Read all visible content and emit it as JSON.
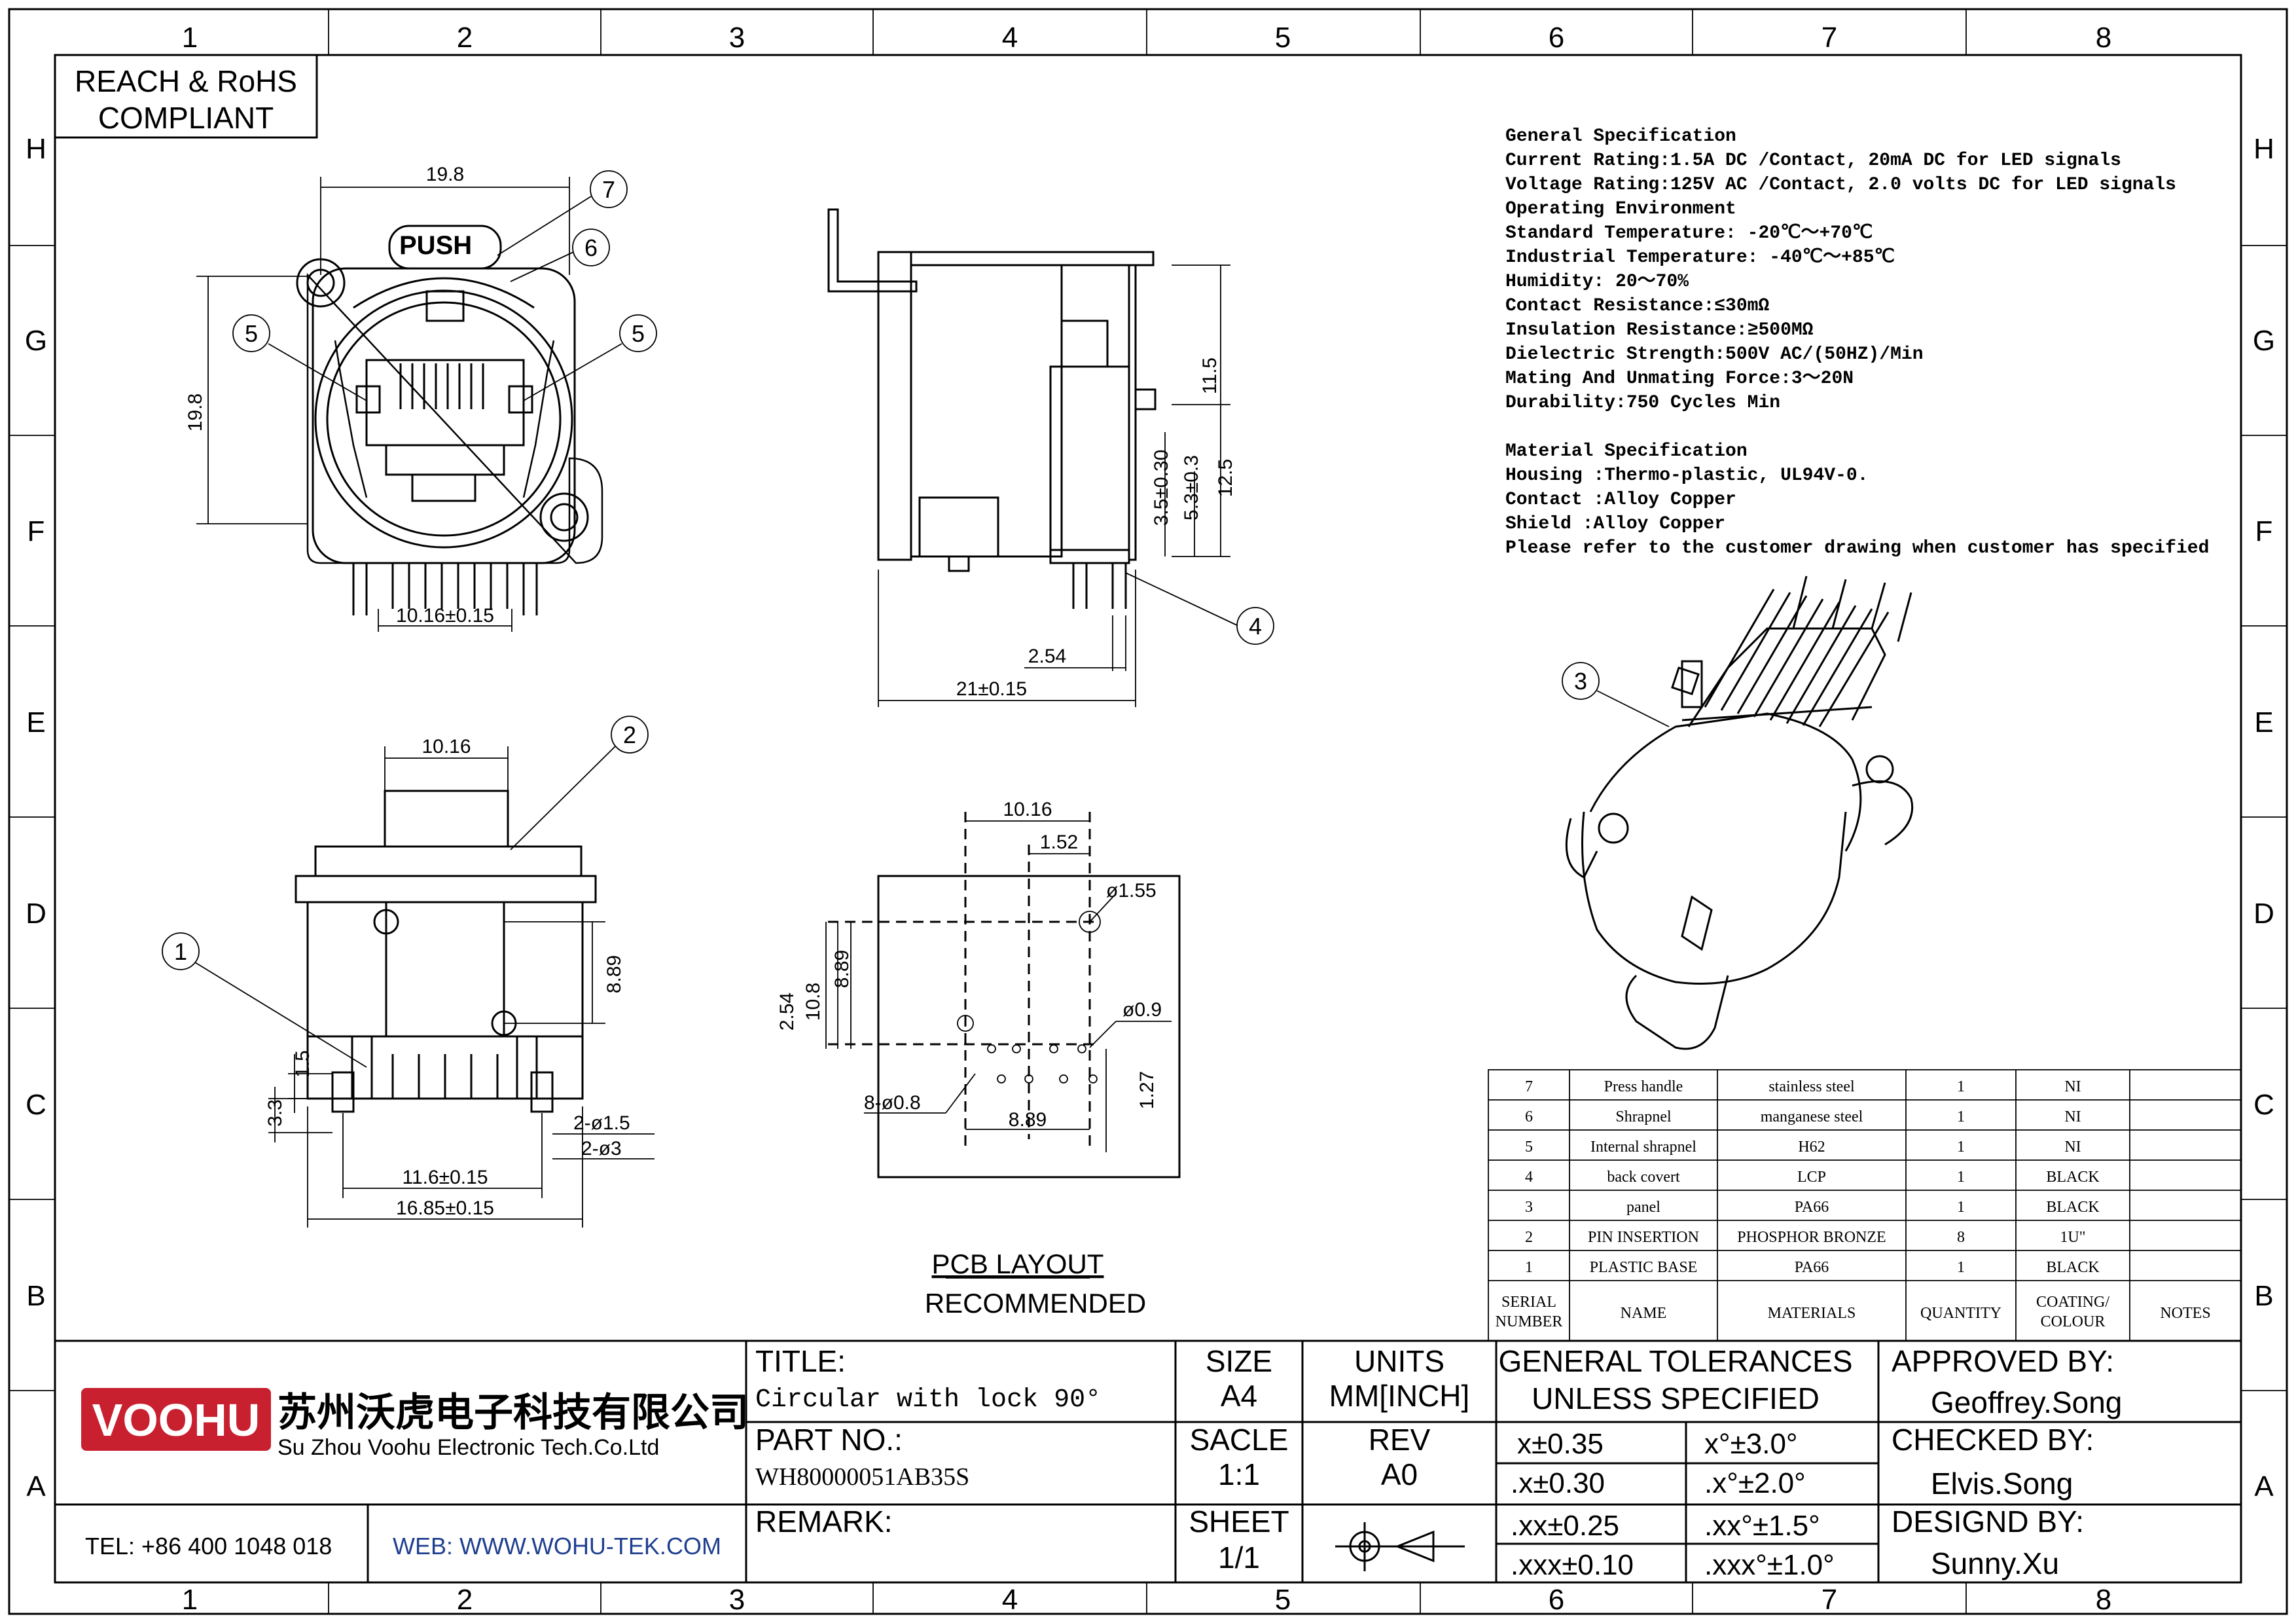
{
  "border": {
    "columns": [
      "1",
      "2",
      "3",
      "4",
      "5",
      "6",
      "7",
      "8"
    ],
    "rows": [
      "H",
      "G",
      "F",
      "E",
      "D",
      "C",
      "B",
      "A"
    ]
  },
  "compliance": {
    "line1": "REACH & RoHS",
    "line2": "COMPLIANT"
  },
  "spec": {
    "lines": [
      "General Specification",
      "Current Rating:1.5A DC /Contact, 20mA DC for LED signals",
      "Voltage Rating:125V AC /Contact, 2.0 volts DC for LED signals",
      "Operating Environment",
      "Standard Temperature:  -20℃～+70℃",
      "Industrial Temperature:  -40℃～+85℃",
      "Humidity: 20～70%",
      "Contact Resistance:≤30mΩ",
      "Insulation Resistance:≥500MΩ",
      "Dielectric Strength:500V AC/(50HZ)/Min",
      "Mating And Unmating Force:3～20N",
      "Durability:750 Cycles Min",
      "",
      "Material Specification",
      "Housing :Thermo-plastic, UL94V-0.",
      "Contact :Alloy Copper",
      "Shield  :Alloy Copper",
      "Please refer to the customer drawing when customer has specified"
    ]
  },
  "front_view": {
    "push_label": "PUSH",
    "dims": [
      "19.8",
      "19.8",
      "10.16±0.15"
    ],
    "callouts": [
      "7",
      "6",
      "5",
      "5"
    ]
  },
  "side_view": {
    "dims": [
      "11.5",
      "12.5",
      "5.3±0.3",
      "3.5±0.30",
      "2.54",
      "21±0.15"
    ],
    "callouts": [
      "4"
    ]
  },
  "bottom_view": {
    "dims": [
      "10.16",
      "8.89",
      "1.5",
      "3.3",
      "2-ø1.5",
      "2-ø3",
      "11.6±0.15",
      "16.85±0.15"
    ],
    "callouts": [
      "2",
      "1"
    ]
  },
  "pcb_layout": {
    "dims": [
      "10.16",
      "1.52",
      "ø1.55",
      "ø0.9",
      "10.8",
      "8.89",
      "2.54",
      "1.27",
      "8-ø0.8",
      "8.89"
    ],
    "title": "PCB LAYOUT",
    "subtitle": "RECOMMENDED"
  },
  "iso_view": {
    "callouts": [
      "3"
    ]
  },
  "bom": {
    "rows": [
      {
        "no": "7",
        "name": "Press handle",
        "material": "stainless steel",
        "qty": "1",
        "coating": "NI",
        "notes": ""
      },
      {
        "no": "6",
        "name": "Shrapnel",
        "material": "manganese steel",
        "qty": "1",
        "coating": "NI",
        "notes": ""
      },
      {
        "no": "5",
        "name": "Internal shrapnel",
        "material": "H62",
        "qty": "1",
        "coating": "NI",
        "notes": ""
      },
      {
        "no": "4",
        "name": "back covert",
        "material": "LCP",
        "qty": "1",
        "coating": "BLACK",
        "notes": ""
      },
      {
        "no": "3",
        "name": "panel",
        "material": "PA66",
        "qty": "1",
        "coating": "BLACK",
        "notes": ""
      },
      {
        "no": "2",
        "name": "PIN INSERTION",
        "material": "PHOSPHOR BRONZE",
        "qty": "8",
        "coating": "1U\"",
        "notes": ""
      },
      {
        "no": "1",
        "name": "PLASTIC BASE",
        "material": "PA66",
        "qty": "1",
        "coating": "BLACK",
        "notes": ""
      }
    ],
    "headers": {
      "serial_1": "SERIAL",
      "serial_2": "NUMBER",
      "name": "NAME",
      "materials": "MATERIALS",
      "quantity": "QUANTITY",
      "coating_1": "COATING/",
      "coating_2": "COLOUR",
      "notes": "NOTES"
    }
  },
  "title_block": {
    "logo": "VOOHU",
    "company_cn": "苏州沃虎电子科技有限公司",
    "company_en": "Su Zhou Voohu Electronic Tech.Co.Ltd",
    "tel": "TEL: +86 400 1048 018",
    "web": "WEB: WWW.WOHU-TEK.COM",
    "title_label": "TITLE:",
    "title_value": "Circular with lock 90°",
    "part_label": "PART NO.:",
    "part_value": "WH80000051AB35S",
    "remark_label": "REMARK:",
    "size_label": "SIZE",
    "size_value": "A4",
    "units_label": "UNITS",
    "units_value": "MM[INCH]",
    "scale_label": "SACLE",
    "scale_value": "1:1",
    "rev_label": "REV",
    "rev_value": "A0",
    "sheet_label": "SHEET",
    "sheet_value": "1/1",
    "tol_line1": "GENERAL TOLERANCES",
    "tol_line2": "UNLESS SPECIFIED",
    "tolerances": [
      [
        "x±0.35",
        "x°±3.0°"
      ],
      [
        ".x±0.30",
        ".x°±2.0°"
      ],
      [
        ".xx±0.25",
        ".xx°±1.5°"
      ],
      [
        ".xxx±0.10",
        ".xxx°±1.0°"
      ]
    ],
    "approved_label": "APPROVED BY:",
    "approved_value": "Geoffrey.Song",
    "checked_label": "CHECKED BY:",
    "checked_value": "Elvis.Song",
    "design_label": "DESIGND BY:",
    "design_value": "Sunny.Xu"
  },
  "colors": {
    "logo_red": "#c8202f",
    "web_blue": "#1f3f8f"
  }
}
